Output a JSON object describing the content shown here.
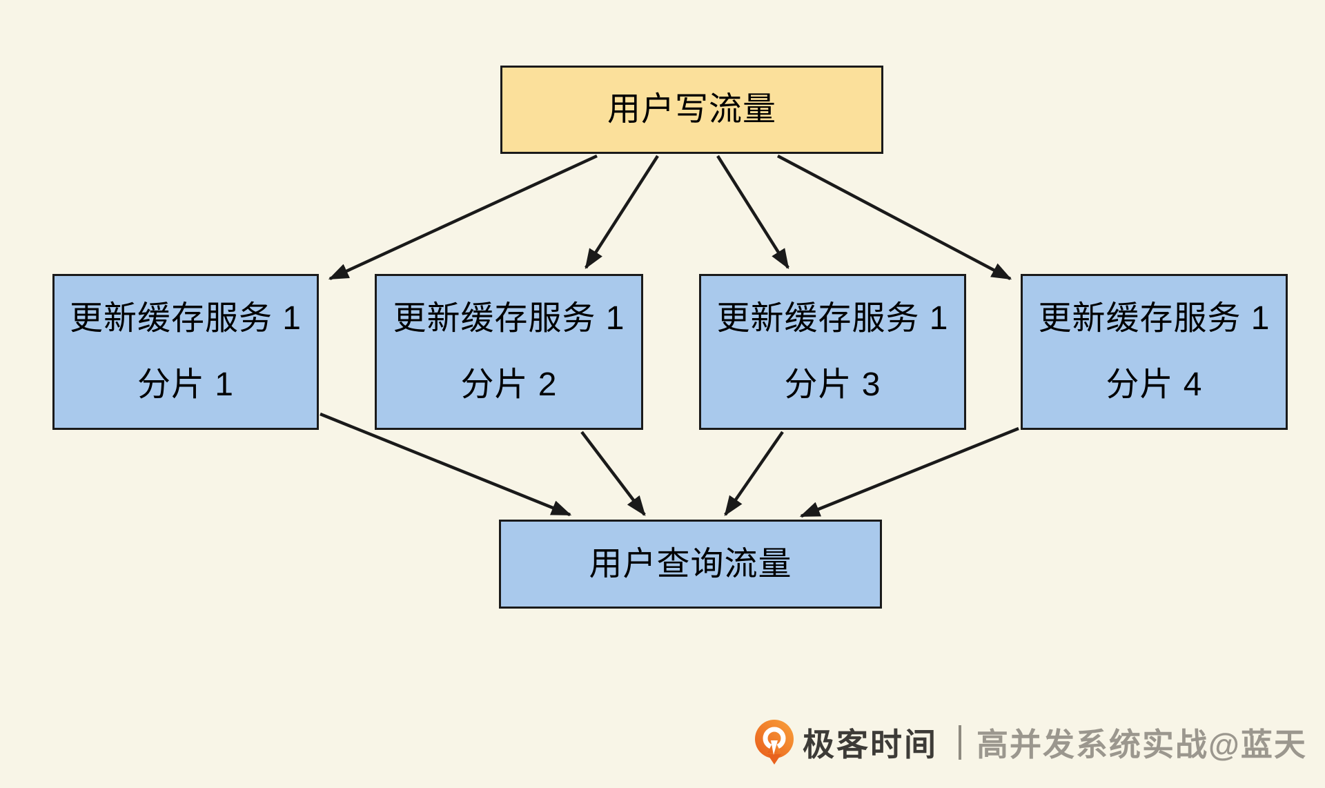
{
  "diagram": {
    "background_color": "#f8f5e7",
    "node_border_color": "#1a1a1a",
    "arrow_color": "#1a1a1a",
    "write_node": {
      "label": "用户写流量",
      "fill": "#fbe09b"
    },
    "shards": [
      {
        "line1": "更新缓存服务 1",
        "line2": "分片 1",
        "fill": "#a9c9ec"
      },
      {
        "line1": "更新缓存服务 1",
        "line2": "分片 2",
        "fill": "#a9c9ec"
      },
      {
        "line1": "更新缓存服务 1",
        "line2": "分片 3",
        "fill": "#a9c9ec"
      },
      {
        "line1": "更新缓存服务 1",
        "line2": "分片 4",
        "fill": "#a9c9ec"
      }
    ],
    "query_node": {
      "label": "用户查询流量",
      "fill": "#a9c9ec"
    },
    "edges": [
      {
        "from": "用户写流量",
        "to": "更新缓存服务 1 分片 1"
      },
      {
        "from": "用户写流量",
        "to": "更新缓存服务 1 分片 2"
      },
      {
        "from": "用户写流量",
        "to": "更新缓存服务 1 分片 3"
      },
      {
        "from": "用户写流量",
        "to": "更新缓存服务 1 分片 4"
      },
      {
        "from": "更新缓存服务 1 分片 1",
        "to": "用户查询流量"
      },
      {
        "from": "更新缓存服务 1 分片 2",
        "to": "用户查询流量"
      },
      {
        "from": "更新缓存服务 1 分片 3",
        "to": "用户查询流量"
      },
      {
        "from": "更新缓存服务 1 分片 4",
        "to": "用户查询流量"
      }
    ]
  },
  "footer": {
    "brand": "极客时间",
    "credit": "高并发系统实战@蓝天",
    "brand_color": "#3d3b37",
    "credit_color": "#9b978e",
    "logo_color": "#ed6a1f"
  }
}
